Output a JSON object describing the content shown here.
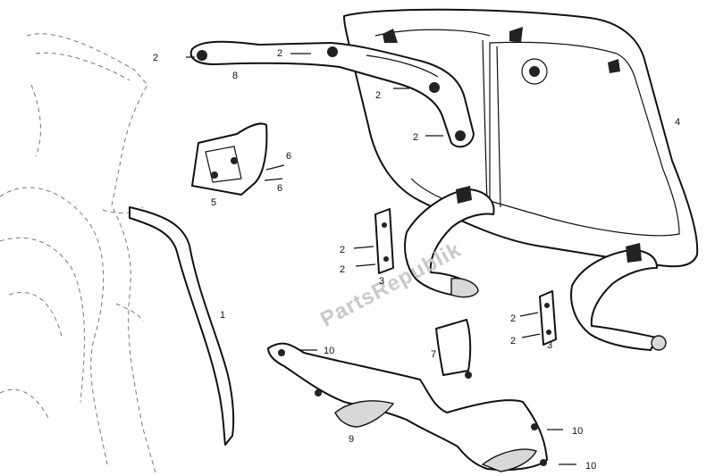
{
  "diagram": {
    "watermark": "PartsRepublik",
    "labels": {
      "p1": "1",
      "p2a": "2",
      "p2b": "2",
      "p2c": "2",
      "p2d": "2",
      "p2e": "2",
      "p2f": "2",
      "p2g": "2",
      "p2h": "2",
      "p3a": "3",
      "p3b": "3",
      "p4": "4",
      "p5": "5",
      "p6a": "6",
      "p6b": "6",
      "p7": "7",
      "p8": "8",
      "p9": "9",
      "p10a": "10",
      "p10b": "10",
      "p10c": "10"
    }
  }
}
